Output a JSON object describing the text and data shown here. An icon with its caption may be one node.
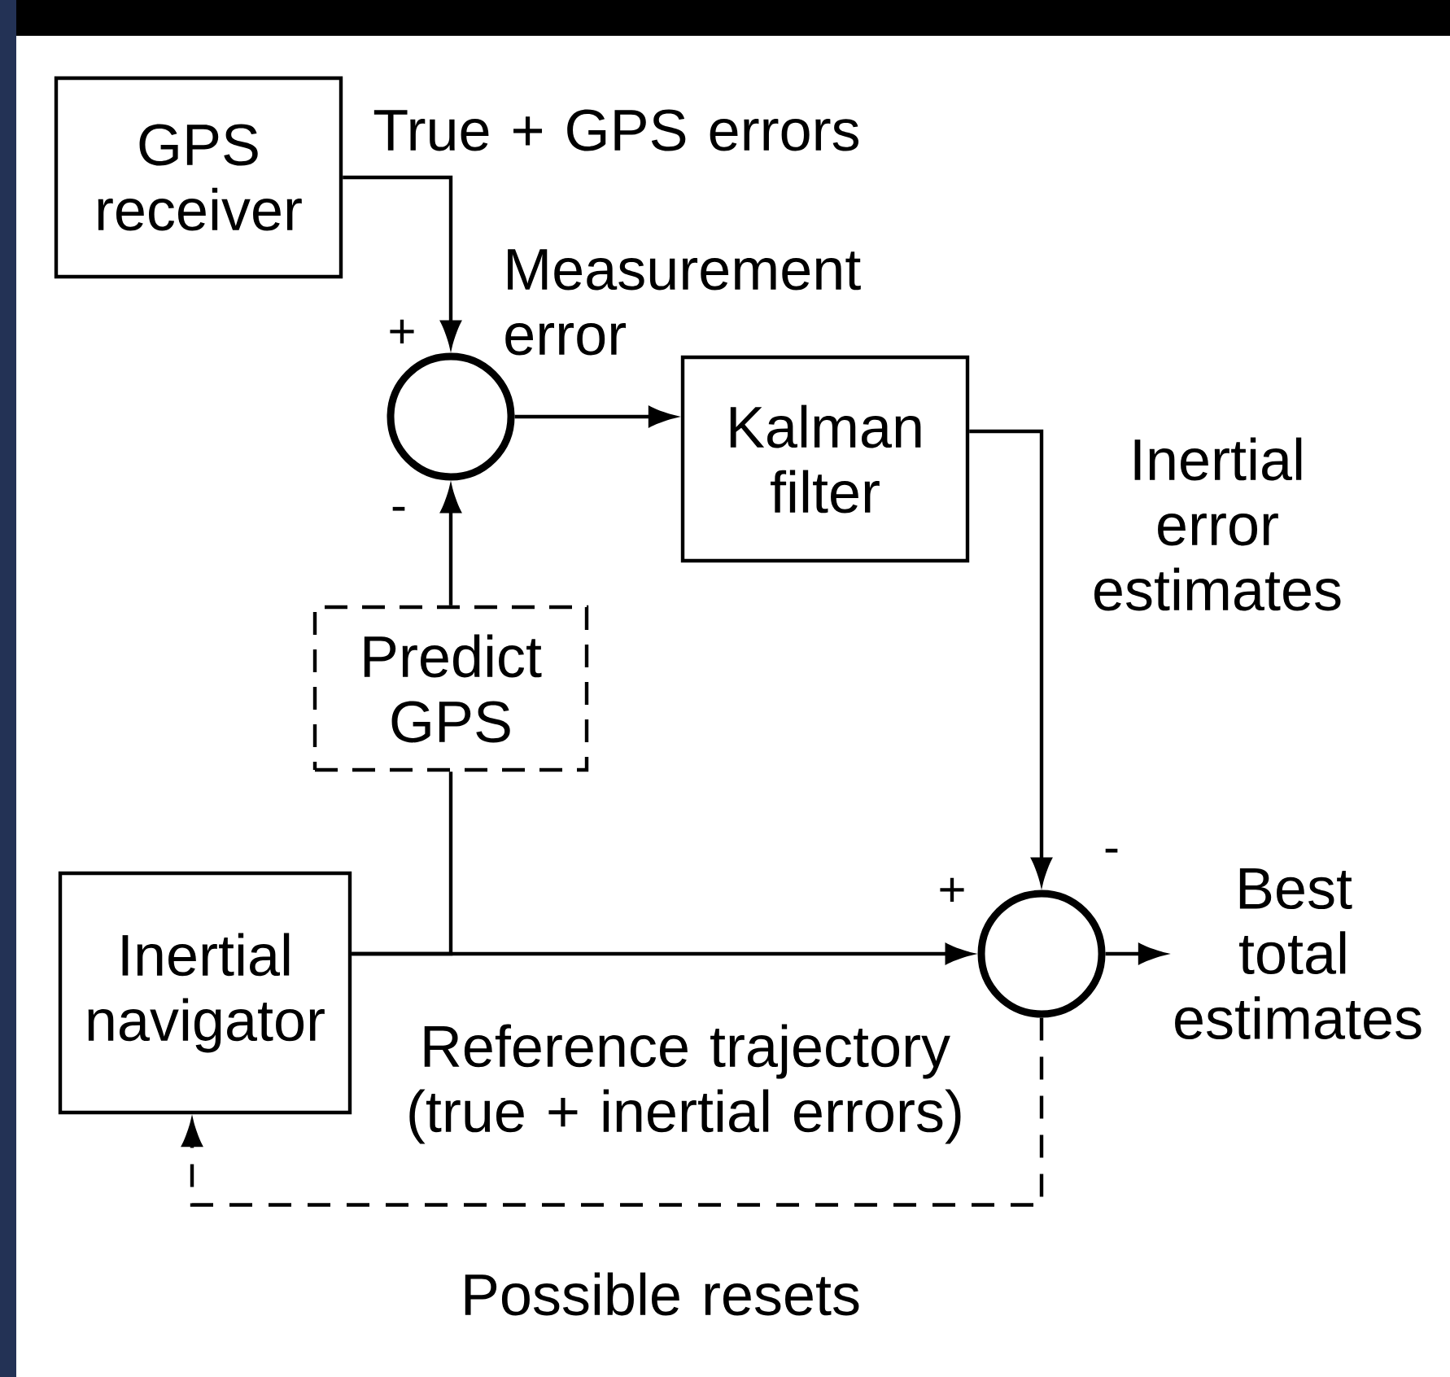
{
  "diagram": {
    "nodes": [
      {
        "text": [
          "GPS receiver"
        ]
      },
      {
        "text": [],
        "shape": "circle"
      },
      {
        "text": [
          "Kalman filter"
        ]
      },
      {
        "text": [
          "Predict GPS"
        ]
      },
      {
        "text": [
          "Inertial navigator"
        ]
      },
      {
        "text": [],
        "shape": "circle"
      },
      {
        "text": [
          "Best total estimates"
        ]
      }
    ],
    "edges": [
      {
        "from": 0,
        "to": 1,
        "arrow": "to",
        "label": "True + GPS errors"
      },
      {
        "from": 3,
        "to": 1,
        "arrow": "to"
      },
      {
        "from": 1,
        "to": 2,
        "arrow": "to",
        "label": "Measurement error"
      },
      {
        "from": 2,
        "to": 5,
        "arrow": "to",
        "label": "Inertial error estimates"
      },
      {
        "from": 4,
        "to": 5,
        "arrow": "to",
        "label": "Reference trajectory (true + inertial errors)"
      },
      {
        "from": 4,
        "to": 3,
        "arrow": "none"
      },
      {
        "from": 5,
        "to": 6,
        "arrow": "to"
      },
      {
        "from": 5,
        "to": 4,
        "arrow": "to",
        "style": "dashed",
        "label": "Possible resets"
      }
    ],
    "labels": [
      "+",
      "-",
      "+",
      "-"
    ]
  }
}
